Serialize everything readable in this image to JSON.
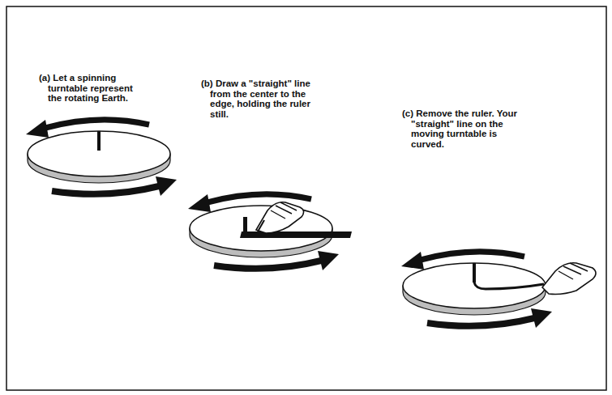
{
  "diagram": {
    "labels": [
      "(a) Let a spinning turntable represent the rotating Earth.",
      "(b) Draw a \"straight\" line from the center to the edge, holding the ruler still.",
      "(c) Remove the ruler. Your \"straight\" line on the moving turntable is curved."
    ]
  }
}
